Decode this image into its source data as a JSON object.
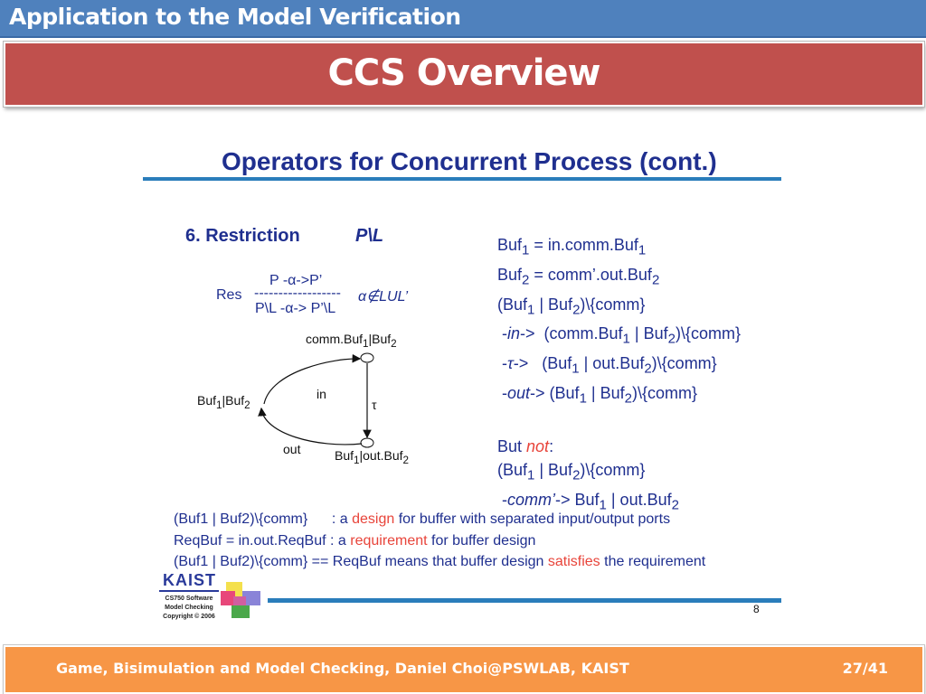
{
  "header": {
    "section": "Application to the Model Verification",
    "title": "CCS Overview"
  },
  "slide": {
    "heading": "Operators for Concurrent Process (cont.)",
    "restriction": {
      "label": "6. Restriction",
      "operator": "P\\L"
    },
    "rule": {
      "name": "Res",
      "premise": "P -α->P’",
      "bar": "------------------",
      "side": "α∉LUL’",
      "conclusion": "P\\L -α-> P’\\L"
    },
    "diagram": {
      "top_state": "comm.Buf1|Buf2",
      "left_state": "Buf1|Buf2",
      "bottom_state": "Buf1|out.Buf2",
      "edge_in": "in",
      "edge_out": "out",
      "edge_tau": "τ"
    },
    "right_lines": [
      "Buf1 = in.comm.Buf1",
      "Buf2 = comm’.out.Buf2",
      "(Buf1 | Buf2)\\{comm}",
      "-in->  (comm.Buf1 | Buf2)\\{comm}",
      "-τ->   (Buf1 | out.Buf2)\\{comm}",
      "-out-> (Buf1 | Buf2)\\{comm}",
      "But not:",
      "(Buf1 | Buf2)\\{comm}",
      "-comm’-> Buf1 | out.Buf2"
    ],
    "bottom_lines": [
      {
        "pre": "(Buf1 | Buf2)\\{comm}      : a ",
        "hl": "design",
        "post": " for buffer with separated input/output ports"
      },
      {
        "pre": "ReqBuf = in.out.ReqBuf : a ",
        "hl": "requirement",
        "post": " for buffer design"
      },
      {
        "pre": "(Buf1 | Buf2)\\{comm} == ReqBuf means that buffer design ",
        "hl": "satisfies",
        "post": " the requirement"
      }
    ],
    "logo": {
      "name": "KAIST",
      "line1": "CS750 Software",
      "line2": "Model Checking",
      "line3": "Copyright © 2006"
    },
    "page_number": "8"
  },
  "footer": {
    "left": "Game, Bisimulation and Model Checking, Daniel Choi@PSWLAB, KAIST",
    "right": "27/41"
  }
}
